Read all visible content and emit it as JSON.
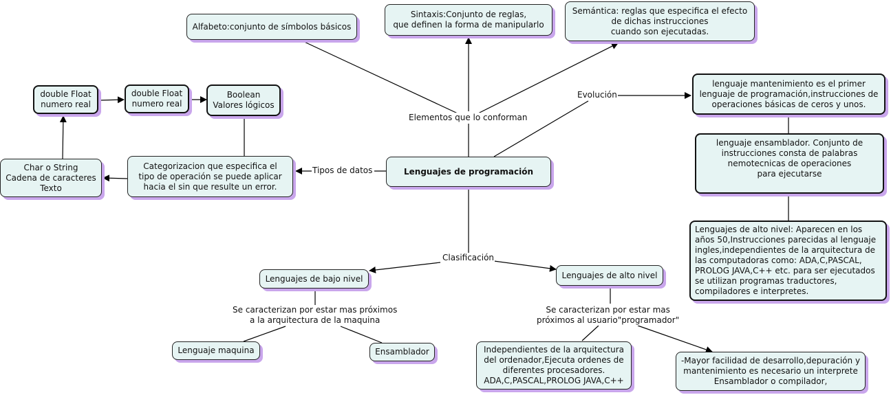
{
  "diagram": {
    "title": "Lenguajes de programación",
    "central": "Lenguajes de programación",
    "link_labels": {
      "elements": "Elementos que lo conforman",
      "data_types": "Tipos de datos",
      "evolution": "Evolución",
      "classification": "Clasificación",
      "low_level_desc": "Se caracterizan por estar mas próximos\na la arquitectura de la  maquina",
      "high_level_desc": "Se caracterizan por estar mas\npróximos al usuario\"programador\""
    },
    "elements": {
      "alphabet": "Alfabeto:conjunto de símbolos básicos",
      "syntax": "Sintaxis:Conjunto de reglas,\nque definen la forma de manipularlo",
      "semantics": "Semántica: reglas que especifica el efecto\nde dichas instrucciones\ncuando son ejecutadas."
    },
    "data_types": {
      "categorization": "Categorizacion que especifica el\ntipo de operación se puede aplicar\nhacia el sin que resulte un error.",
      "char_string": "Char o String\nCadena de caracteres\nTexto",
      "double_float_1": "double Float\nnumero real",
      "double_float_2": "double Float\nnumero real",
      "boolean": "Boolean\nValores lógicos"
    },
    "evolution": {
      "machine": "lenguaje mantenimiento es el primer\nlenguaje de programación,instrucciones de\noperaciones básicas de ceros y unos.",
      "assembler": "lenguaje ensamblador. Conjunto de\ninstrucciones consta de palabras\n nemotecnicas  de operaciones\npara ejecutarse",
      "high_level": "Lenguajes de alto nivel: Aparecen en los\naños 50,Instrucciones parecidas al lenguaje\ningles,independientes de la arquitectura de\nlas computadoras como: ADA,C,PASCAL,\nPROLOG JAVA,C++ etc. para ser ejecutados\n se utilizan programas traductores,\ncompiladores e interpretes."
    },
    "classification": {
      "low_level": "Lenguajes de bajo nivel",
      "high_level": "Lenguajes de alto nivel",
      "machine_language": "Lenguaje maquina",
      "assembler": "Ensamblador",
      "independent": "Independientes de la arquitectura\ndel ordenador,Ejecuta ordenes de\ndiferentes procesadores.\nADA,C,PASCAL,PROLOG JAVA,C++",
      "advantages": "-Mayor facilidad de desarrollo,depuración y\nmantenimiento es necesario un interprete\nEnsamblador o compilador,"
    }
  }
}
